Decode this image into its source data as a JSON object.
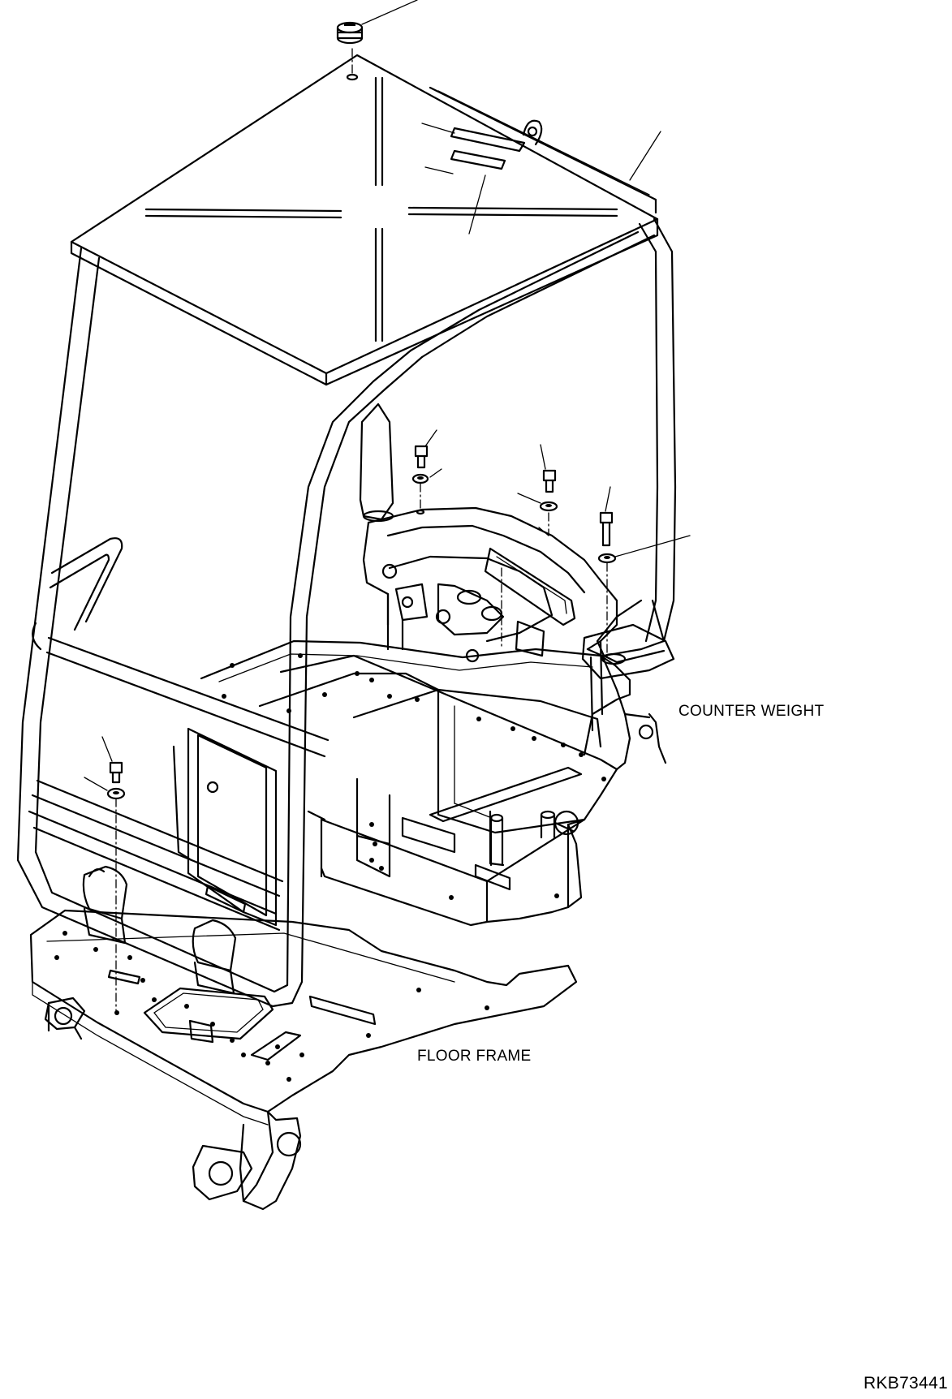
{
  "labels": {
    "counter_weight": "COUNTER WEIGHT",
    "floor_frame": "FLOOR FRAME",
    "drawing_code": "RKB73441"
  },
  "colors": {
    "line": "#000000",
    "background": "#ffffff"
  }
}
